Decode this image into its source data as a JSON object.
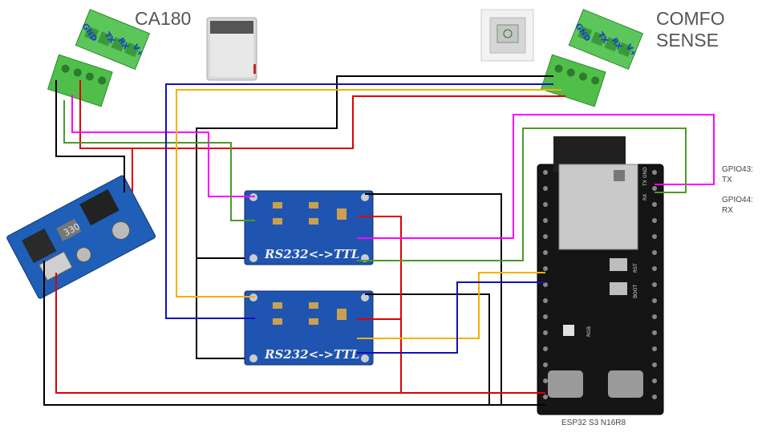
{
  "labels": {
    "ca180": "CA180",
    "comfo_line1": "COMFO",
    "comfo_line2": "SENSE",
    "gpio43_line1": "GPIO43:",
    "gpio43_line2": "TX",
    "gpio44_line1": "GPIO44:",
    "gpio44_line2": "RX",
    "esp_board": "ESP32 S3 N16R8"
  },
  "terminal_pins": [
    "GND",
    "TX",
    "RX",
    "V+"
  ],
  "rs232_module_label": "RS232<->TTL",
  "buck_module_marking": "330",
  "esp_side_labels": {
    "tx": "TX",
    "rx": "RX",
    "gnd": "GND",
    "rst": "RST",
    "boot": "BOOT",
    "rgb": "RGB"
  },
  "wire_colors": {
    "gnd": "#000000",
    "vcc": "#e00000",
    "tx": "#ff00ff",
    "rx": "#4a9a2a",
    "tx2": "#f5b000",
    "rx2": "#1010c0"
  }
}
